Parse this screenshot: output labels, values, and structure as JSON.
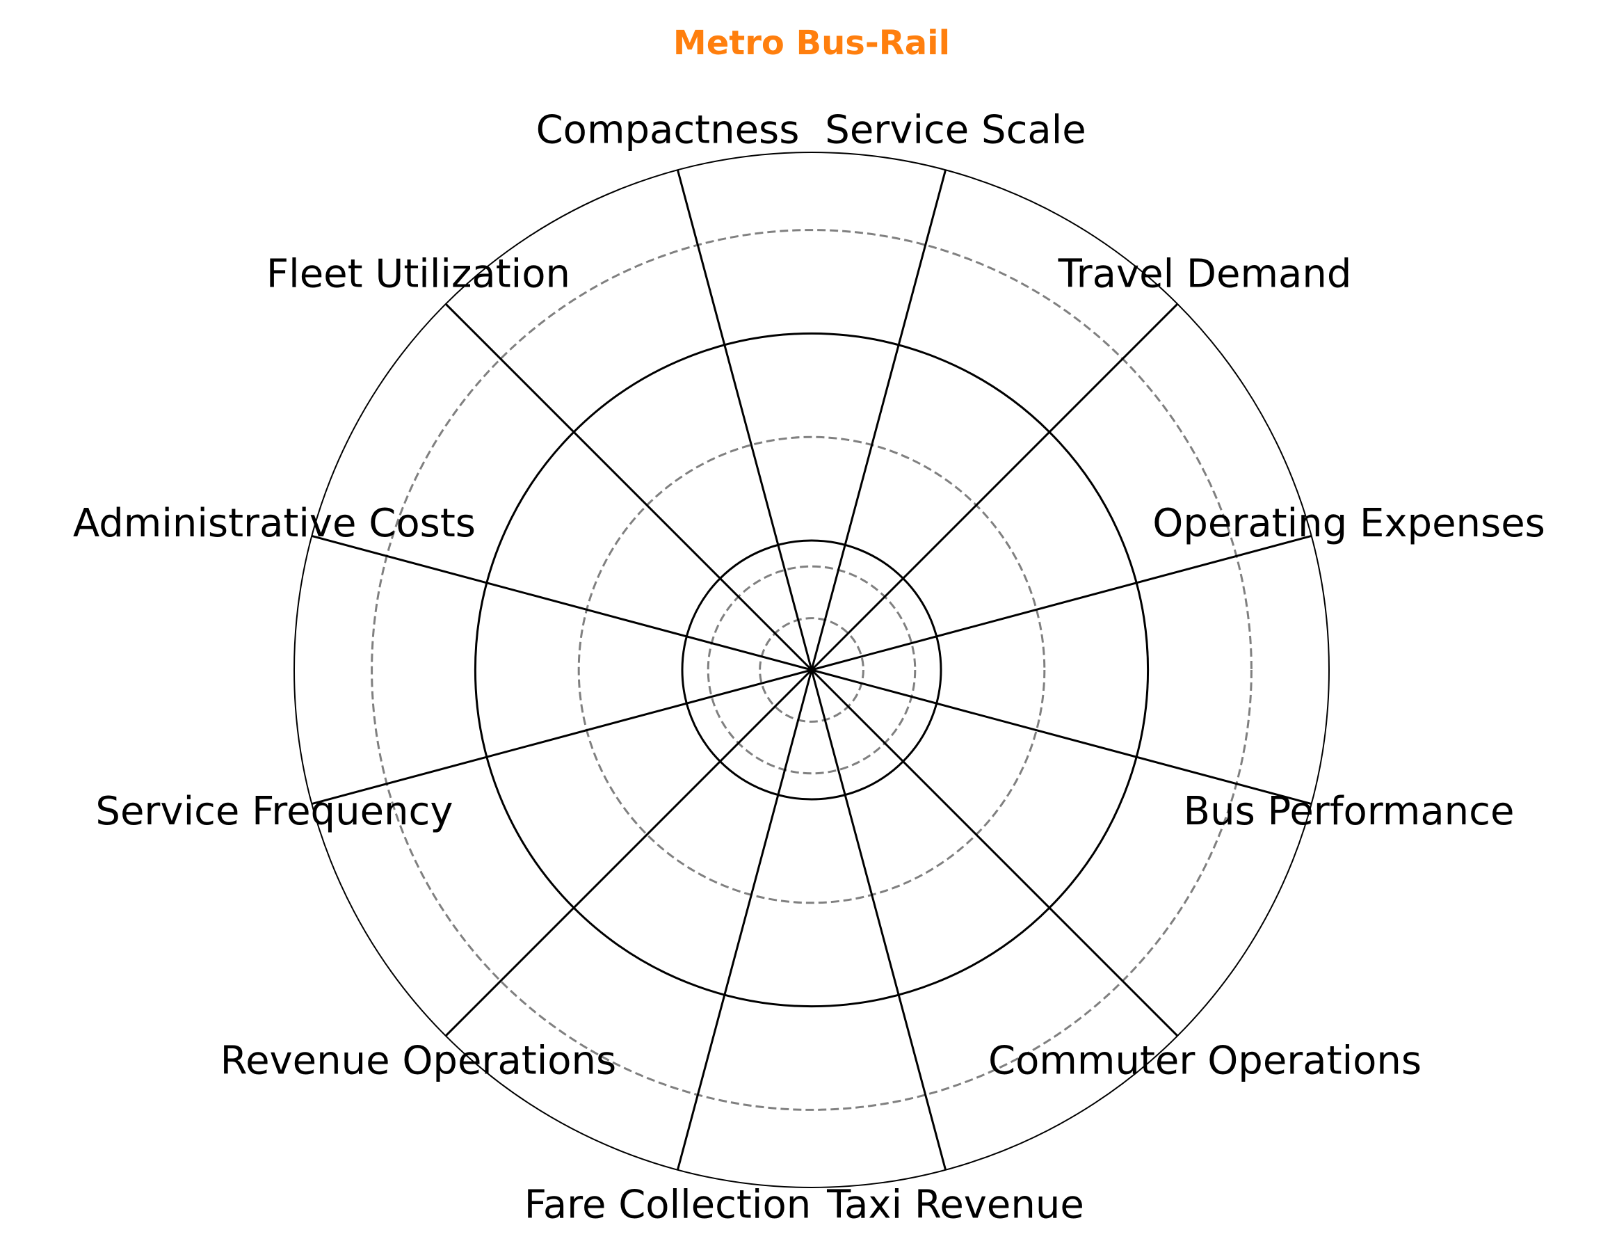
{
  "chart_data": {
    "type": "radar",
    "title": "Metro Bus-Rail",
    "title_color": "#ff7f0e",
    "categories": [
      "Service Scale",
      "Travel Demand",
      "Operating Expenses",
      "Bus Performance",
      "Commuter Operations",
      "Taxi Revenue",
      "Fare Collection",
      "Revenue Operations",
      "Service Frequency",
      "Administrative Costs",
      "Fleet Utilization",
      "Compactness"
    ],
    "series": [],
    "reference_circles_solid": [
      0.25,
      0.65
    ],
    "reference_circles_dashed": [
      0.1,
      0.2,
      0.45,
      0.85
    ],
    "rlim": [
      0,
      1
    ],
    "grid": true,
    "spoke_color": "#000000",
    "dashed_color": "#808080"
  }
}
